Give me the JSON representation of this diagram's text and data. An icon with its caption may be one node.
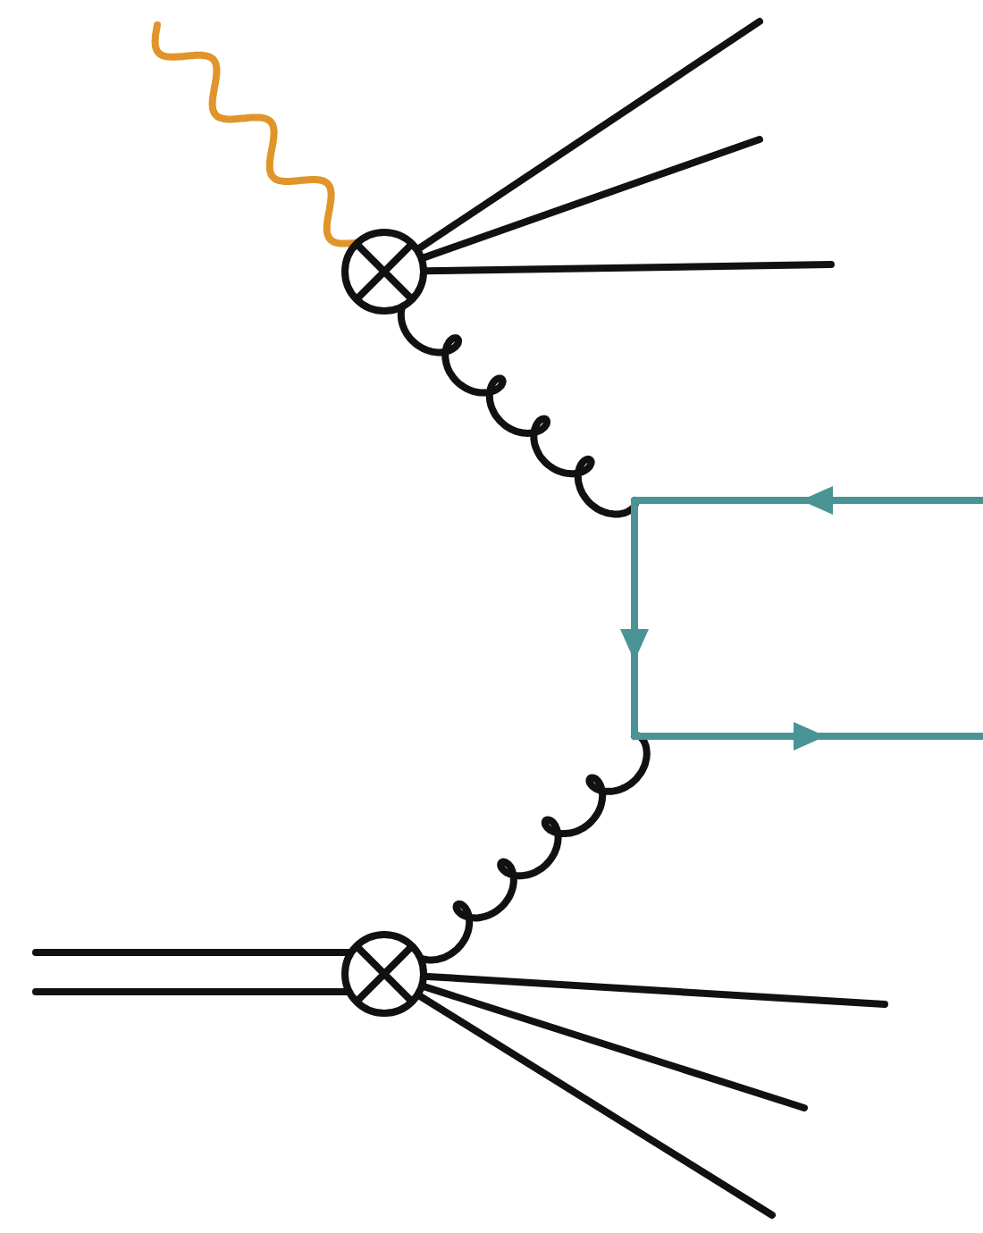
{
  "diagram": {
    "nodes": [
      {
        "text": [],
        "shape": "circle"
      },
      {
        "text": [],
        "shape": "circle"
      }
    ],
    "edges": [
      {
        "from": null,
        "to": 0,
        "arrow": "none",
        "color": "#e0952a"
      },
      {
        "from": 0,
        "to": null,
        "arrow": "none"
      },
      {
        "from": 0,
        "to": null,
        "arrow": "none"
      },
      {
        "from": 0,
        "to": null,
        "arrow": "none"
      },
      {
        "from": 0,
        "to": null,
        "arrow": "none"
      },
      {
        "from": 1,
        "to": null,
        "arrow": "none"
      },
      {
        "from": null,
        "to": 1,
        "arrow": "none"
      },
      {
        "from": null,
        "to": 1,
        "arrow": "none"
      },
      {
        "from": 1,
        "to": null,
        "arrow": "none"
      },
      {
        "from": 1,
        "to": null,
        "arrow": "none"
      },
      {
        "from": 1,
        "to": null,
        "arrow": "none"
      }
    ]
  }
}
